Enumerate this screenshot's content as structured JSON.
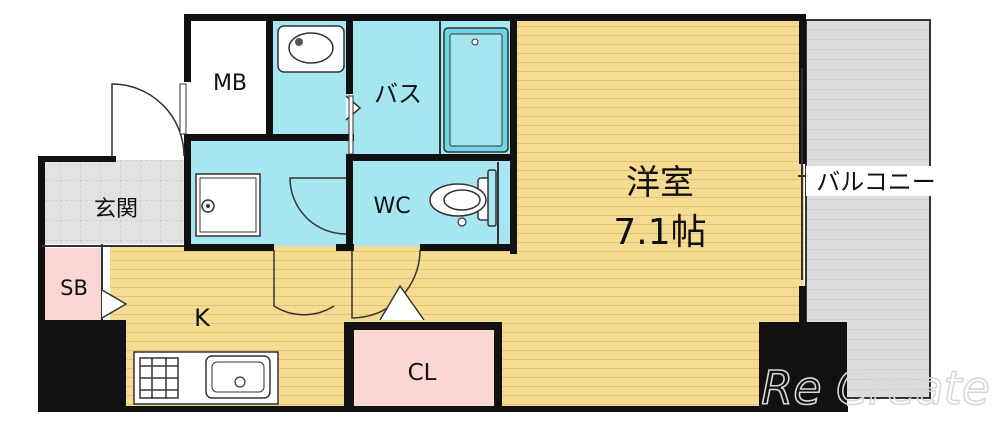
{
  "rooms": {
    "mb": "MB",
    "bath": "バス",
    "wc": "WC",
    "genkan": "玄関",
    "sb": "SB",
    "kitchen": "K",
    "cl": "CL",
    "western_name": "洋室",
    "western_size": "7.1帖",
    "balcony": "バルコニー"
  },
  "watermark": "Re Create",
  "colors": {
    "wall": "#111111",
    "floor_wood": "#f6dc92",
    "wet_area": "#a6e6f0",
    "closet": "#fad6d4",
    "entrance": "#e2e2e2",
    "balcony": "#dcdcdc",
    "outline": "#555555"
  }
}
